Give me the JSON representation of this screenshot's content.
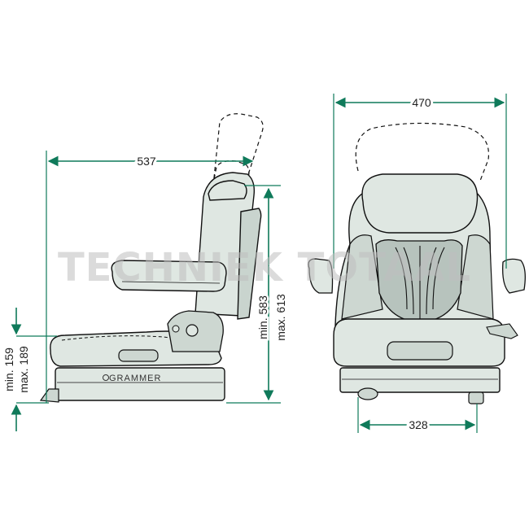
{
  "watermark": "TECHNIEK TOTAAL",
  "brand": "GRAMMER",
  "dimensions": {
    "side_depth": "537",
    "height_min": "min. 583",
    "height_max": "max. 613",
    "suspension_min": "min. 159",
    "suspension_max": "max. 189",
    "front_width": "470",
    "base_width": "328"
  },
  "colors": {
    "seat_fill": "#dfe7e2",
    "seat_fill_dark": "#c9d4ce",
    "outline": "#111111",
    "dimension_arrow": "#0f7a5a",
    "pad_fill": "#cdd7d1"
  }
}
